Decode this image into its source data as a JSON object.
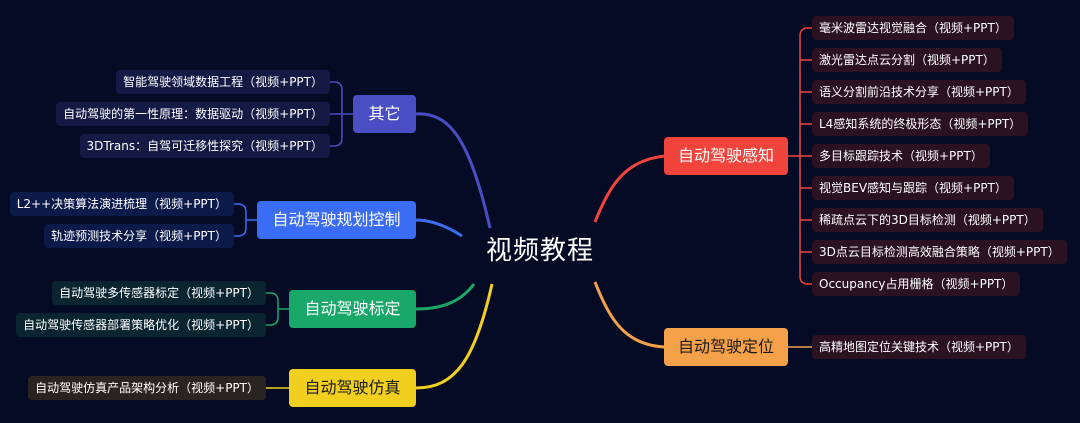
{
  "center": {
    "label": "视频教程"
  },
  "colors": {
    "perception": "#f0443c",
    "localization": "#f5a14a",
    "other": "#4a4ec4",
    "planning": "#3a6cf4",
    "calibration": "#1aa86a",
    "simulation": "#f1cf1f"
  },
  "branches": {
    "perception": {
      "label": "自动驾驶感知",
      "items": [
        "毫米波雷达视觉融合（视频+PPT）",
        "激光雷达点云分割（视频+PPT）",
        "语义分割前沿技术分享（视频+PPT）",
        "L4感知系统的终极形态（视频+PPT）",
        "多目标跟踪技术（视频+PPT）",
        "视觉BEV感知与跟踪（视频+PPT）",
        "稀疏点云下的3D目标检测（视频+PPT）",
        "3D点云目标检测高效融合策略（视频+PPT）",
        "Occupancy占用栅格（视频+PPT）"
      ]
    },
    "localization": {
      "label": "自动驾驶定位",
      "items": [
        "高精地图定位关键技术（视频+PPT）"
      ]
    },
    "other": {
      "label": "其它",
      "items": [
        "智能驾驶领域数据工程（视频+PPT）",
        "自动驾驶的第一性原理：数据驱动（视频+PPT）",
        "3DTrans：自驾可迁移性探究（视频+PPT）"
      ]
    },
    "planning": {
      "label": "自动驾驶规划控制",
      "items": [
        "L2++决策算法演进梳理（视频+PPT）",
        "轨迹预测技术分享（视频+PPT）"
      ]
    },
    "calibration": {
      "label": "自动驾驶标定",
      "items": [
        "自动驾驶多传感器标定（视频+PPT）",
        "自动驾驶传感器部署策略优化（视频+PPT）"
      ]
    },
    "simulation": {
      "label": "自动驾驶仿真",
      "items": [
        "自动驾驶仿真产品架构分析（视频+PPT）"
      ]
    }
  }
}
